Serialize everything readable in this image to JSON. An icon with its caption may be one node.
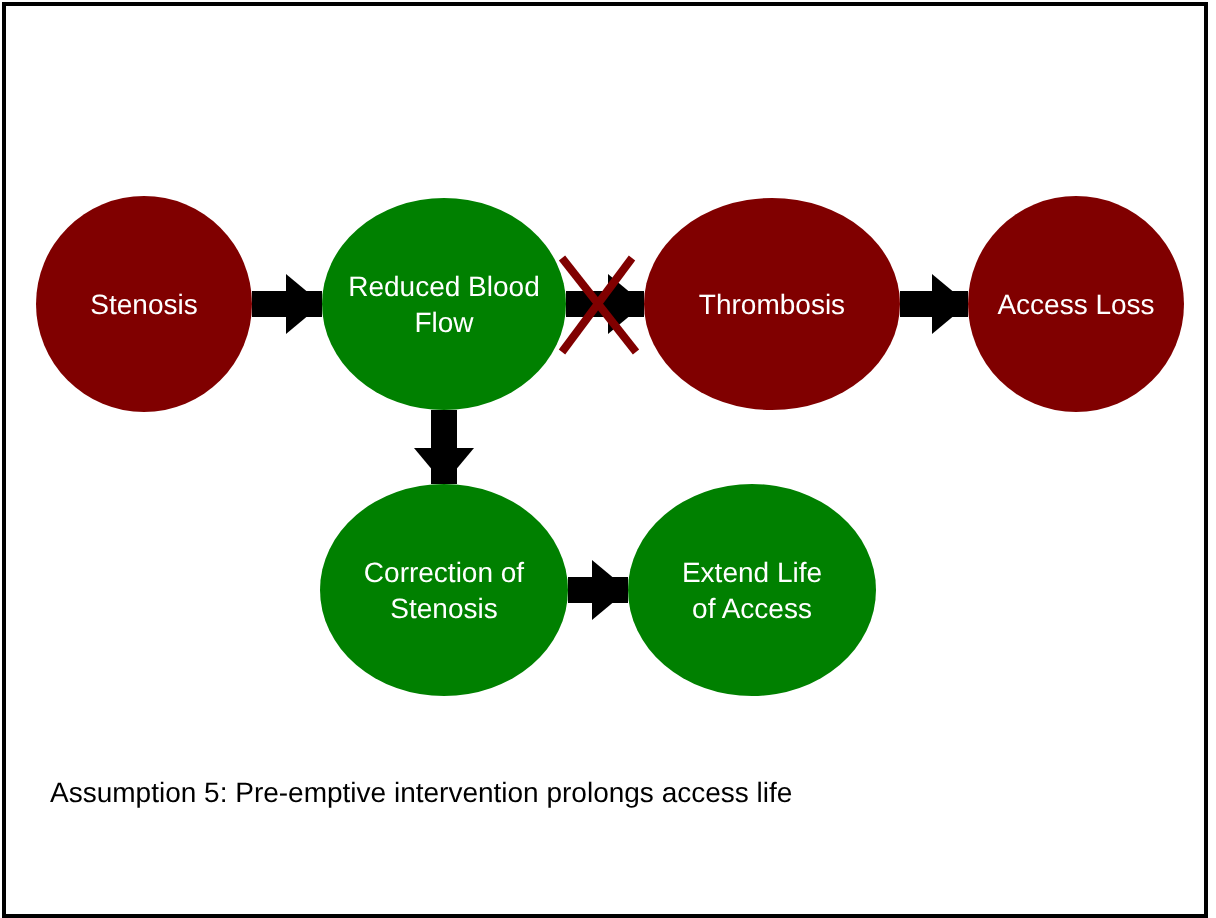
{
  "diagram": {
    "nodes": [
      {
        "text": [
          "Stenosis"
        ]
      },
      {
        "text": [
          "Reduced Blood Flow"
        ]
      },
      {
        "text": [
          "Thrombosis"
        ]
      },
      {
        "text": [
          "Access Loss"
        ]
      },
      {
        "text": [
          "Correction of Stenosis"
        ]
      },
      {
        "text": [
          "Extend Life of Access"
        ]
      }
    ],
    "edges": [
      {
        "from": 0,
        "to": 1,
        "arrow": "to"
      },
      {
        "from": 1,
        "to": 2,
        "arrow": "to"
      },
      {
        "from": 2,
        "to": 3,
        "arrow": "to"
      },
      {
        "from": 1,
        "to": 4,
        "arrow": "to"
      },
      {
        "from": 4,
        "to": 5,
        "arrow": "to"
      }
    ],
    "labels": [
      "Assumption 5: Pre-emptive intervention prolongs access life"
    ]
  }
}
